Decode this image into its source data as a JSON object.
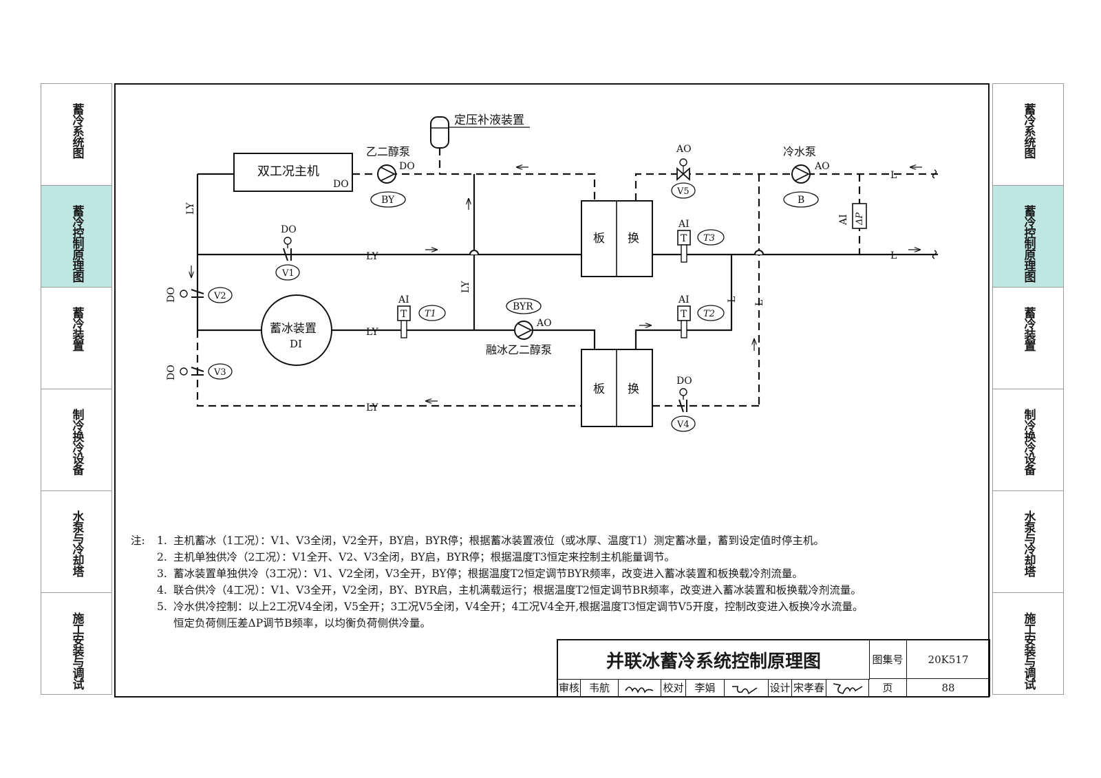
{
  "side_tabs": [
    "蓄冷系统图",
    "蓄冷控制原理图",
    "蓄冷装置",
    "制冷换冷设备",
    "水泵与冷却塔",
    "施工安装与调试"
  ],
  "active_tab_index": 1,
  "diagram": {
    "title_label": "定压补液装置",
    "chiller": "双工况主机",
    "chiller_ctrl": "DO",
    "glycol_pump": "乙二醇泵",
    "glycol_pump_ctrl": "DO",
    "glycol_pump_tag": "BY",
    "ice_storage_1": "蓄冰装置",
    "ice_storage_2": "DI",
    "melt_pump": "融冰乙二醇泵",
    "melt_pump_tag": "BYR",
    "melt_pump_ctrl": "AO",
    "chw_pump": "冷水泵",
    "chw_pump_ctrl": "AO",
    "chw_pump_tag": "B",
    "hx_left": "板",
    "hx_right": "换",
    "ly": "LY",
    "l": "L",
    "ai": "AI",
    "ao": "AO",
    "do": "DO",
    "t_symbol": "T",
    "t1": "T1",
    "t2": "T2",
    "t3": "T3",
    "v1": "V1",
    "v2": "V2",
    "v3": "V3",
    "v4": "V4",
    "v5": "V5",
    "dp": "ΔP"
  },
  "notes": {
    "lead": "注:",
    "items": [
      {
        "num": "1.",
        "text": "主机蓄冰（1工况）：V1、V3全闭，V2全开，BY启，BYR停；根据蓄冰装置液位（或冰厚、温度T1）测定蓄冰量，蓄到设定值时停主机。"
      },
      {
        "num": "2.",
        "text": "主机单独供冷（2工况）：V1全开、V2、V3全闭，BY启，BYR停；根据温度T3恒定来控制主机能量调节。"
      },
      {
        "num": "3.",
        "text": "蓄冰装置单独供冷（3工况）：V1、V2全闭，V3全开，BY停；根据温度T2恒定调节BYR频率，改变进入蓄冰装置和板换载冷剂流量。"
      },
      {
        "num": "4.",
        "text": "联合供冷（4工况）：V1、V3全开，V2全闭，BY、BYR启，主机满载运行；根据温度T2恒定调节BR频率，改变进入蓄冰装置和板换载冷剂流量。"
      },
      {
        "num": "5.",
        "text": "冷水供冷控制：以上2工况V4全闭，V5全开；3工况V5全闭，V4全开；4工况V4全开,根据温度T3恒定调节V5开度，控制改变进入板换冷水流量。"
      },
      {
        "num": "",
        "text": "恒定负荷侧压差ΔP调节B频率，以均衡负荷侧供冷量。"
      }
    ]
  },
  "title_block": {
    "title": "并联冰蓄冷系统控制原理图",
    "atlas_label": "图集号",
    "atlas_no": "20K517",
    "review_label": "审核",
    "reviewer": "韦航",
    "check_label": "校对",
    "checker": "李娟",
    "design_label": "设计",
    "designer": "宋孝春",
    "page_label": "页",
    "page_no": "88"
  }
}
